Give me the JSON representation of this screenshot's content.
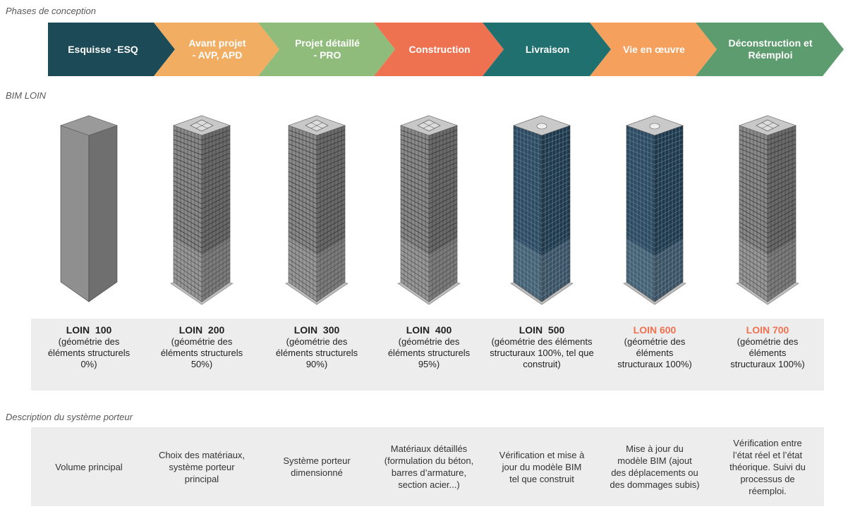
{
  "labels": {
    "phases": "Phases de conception",
    "bim": "BIM LOIN",
    "description": "Description du système porteur"
  },
  "colors": {
    "teal_dark": "#1c4a57",
    "orange_light": "#f1ad62",
    "green_light": "#8fbc7b",
    "red_orange": "#ee7250",
    "teal": "#207070",
    "orange": "#f6a05e",
    "green": "#5d9c6e",
    "band_gray": "#ededed"
  },
  "phases": [
    {
      "label": "Esquisse -ESQ",
      "color": "#1c4a57"
    },
    {
      "label": "Avant projet\n- AVP, APD",
      "color": "#f1ad62"
    },
    {
      "label": "Projet détaillé\n- PRO",
      "color": "#8fbc7b"
    },
    {
      "label": "Construction",
      "color": "#ee7250"
    },
    {
      "label": "Livraison",
      "color": "#207070"
    },
    {
      "label": "Vie en œuvre",
      "color": "#f6a05e"
    },
    {
      "label": "Déconstruction et\nRéemploi",
      "color": "#5d9c6e"
    }
  ],
  "loin": [
    {
      "title": "LOIN  100",
      "desc": "(géométrie des\néléments structurels\n0%)",
      "highlight": false
    },
    {
      "title": "LOIN  200",
      "desc": "(géométrie des\néléments structurels\n50%)",
      "highlight": false
    },
    {
      "title": "LOIN  300",
      "desc": "(géométrie des\néléments structurels\n90%)",
      "highlight": false
    },
    {
      "title": "LOIN  400",
      "desc": "(géométrie des\néléments structurels\n95%)",
      "highlight": false
    },
    {
      "title": "LOIN  500",
      "desc": "(géométrie des éléments\nstructuraux 100%, tel que\nconstruit)",
      "highlight": false
    },
    {
      "title": "LOIN 600",
      "desc": "(géométrie des\néléments\nstructuraux 100%)",
      "highlight": true
    },
    {
      "title": "LOIN 700",
      "desc": "(géométrie des\néléments\nstructuraux 100%)",
      "highlight": true
    }
  ],
  "descriptions": [
    "Volume principal",
    "Choix des matériaux,\nsystème porteur\nprincipal",
    "Système porteur\ndimensionné",
    "Matériaux détaillés\n(formulation du béton,\nbarres d’armature,\nsection acier...)",
    "Vérification et mise à\njour du modèle BIM\ntel que construit",
    "Mise à jour du\nmodèle BIM (ajout\ndes déplacements ou\ndes dommages subis)",
    "Vérification entre\nl’état réel et l’état\nthéorique. Suivi du\nprocessus de\nréemploi."
  ],
  "buildings": [
    {
      "style": "solid"
    },
    {
      "style": "gray-wire"
    },
    {
      "style": "gray-wire"
    },
    {
      "style": "gray-wire"
    },
    {
      "style": "blue-glass"
    },
    {
      "style": "blue-glass"
    },
    {
      "style": "gray-wire"
    }
  ]
}
